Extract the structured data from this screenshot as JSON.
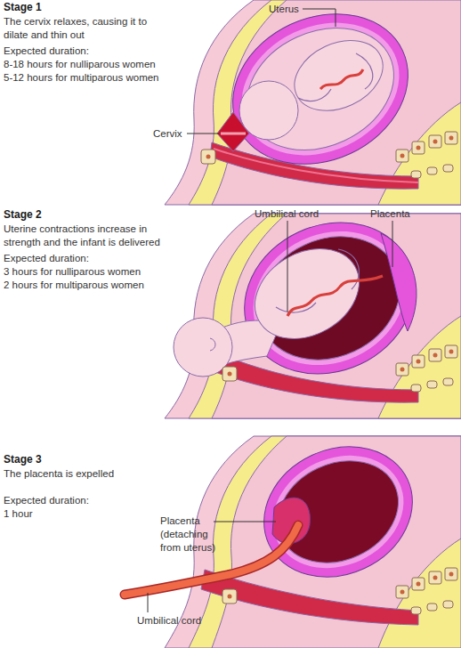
{
  "diagram": {
    "labels": [
      "Stage 1",
      "The cervix relaxes, causing it to dilate and thin out",
      "Expected duration:",
      "8-18 hours for nulliparous women",
      "5-12 hours for multiparous women",
      "Uterus",
      "Cervix",
      "Stage 2",
      "Uterine contractions increase in strength and the infant is delivered",
      "Expected duration:",
      "3 hours for nulliparous women",
      "2 hours for multiparous women",
      "Umbilical cord",
      "Placenta",
      "Stage 3",
      "The placenta is expelled",
      "Expected duration:",
      "1 hour",
      "Placenta (detaching from uterus)",
      "Umbilical cord"
    ]
  }
}
